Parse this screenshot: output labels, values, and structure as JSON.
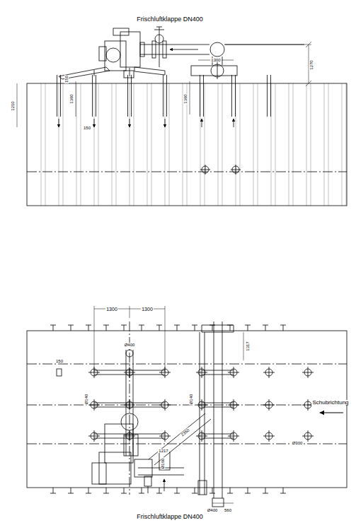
{
  "diagram": {
    "labels": [
      "Frischluftklappe DN400",
      "1270",
      "1210",
      "150",
      "1360",
      "150",
      "1360",
      "1300",
      "1300",
      "1300",
      "Ø400",
      "150",
      "Ø140",
      "Ø140",
      "2350",
      "1217",
      "1317",
      "Ø300",
      "Ø160",
      "Ø400",
      "560",
      "Schubrichtung",
      "Frischluftklappe DN400"
    ]
  }
}
